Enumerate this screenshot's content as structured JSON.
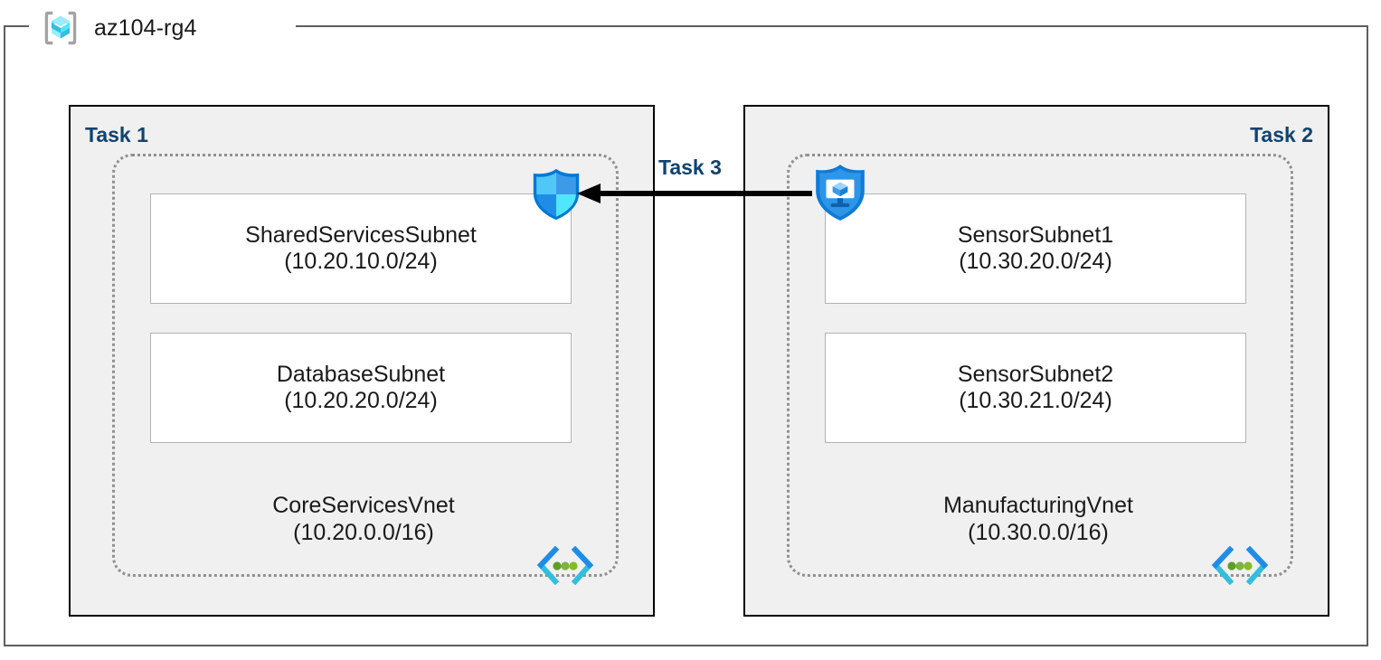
{
  "resource_group": {
    "title": "az104-rg4",
    "icon": "resource-group-icon"
  },
  "connector": {
    "label": "Task 3",
    "direction": "right-to-left",
    "from": "ManufacturingVnet",
    "to": "CoreServicesVnet"
  },
  "colors": {
    "task_label": "#104470",
    "panel_background": "#f0f0f0",
    "panel_border": "#000000",
    "vnet_border": "#909090",
    "subnet_border": "#b4b4b4",
    "frame_border": "#5e5e5e",
    "arrow": "#000000",
    "icon_blue": "#1f8ce8",
    "icon_cyan": "#50e6ff",
    "icon_green": "#5e9e23"
  },
  "panels": [
    {
      "task_label": "Task 1",
      "label_align": "left",
      "vnet": {
        "name": "CoreServicesVnet",
        "cidr": "(10.20.0.0/16)",
        "icon": "virtual-network-icon"
      },
      "subnets": [
        {
          "name": "SharedServicesSubnet",
          "cidr": "(10.20.10.0/24)"
        },
        {
          "name": "DatabaseSubnet",
          "cidr": "(10.20.20.0/24)"
        }
      ],
      "attached_icon": "network-security-group-icon"
    },
    {
      "task_label": "Task 2",
      "label_align": "right",
      "vnet": {
        "name": "ManufacturingVnet",
        "cidr": "(10.30.0.0/16)",
        "icon": "virtual-network-icon"
      },
      "subnets": [
        {
          "name": "SensorSubnet1",
          "cidr": "(10.30.20.0/24)"
        },
        {
          "name": "SensorSubnet2",
          "cidr": "(10.30.21.0/24)"
        }
      ],
      "attached_icon": "firewall-icon"
    }
  ]
}
